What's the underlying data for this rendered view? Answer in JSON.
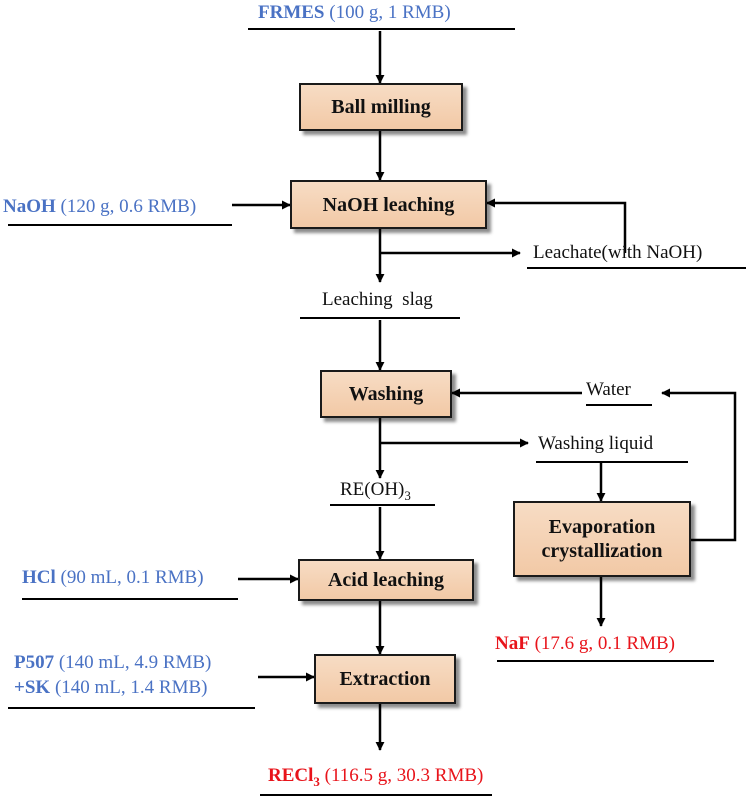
{
  "inputs": {
    "frmes": {
      "name": "FRMES",
      "detail": "(100 g, 1 RMB)"
    },
    "naoh": {
      "name": "NaOH",
      "detail": "(120 g, 0.6 RMB)"
    },
    "hcl": {
      "name": "HCl",
      "detail": "(90 mL, 0.1 RMB)"
    },
    "p507": {
      "name": "P507",
      "detail": "(140 mL, 4.9 RMB)"
    },
    "sk": {
      "name": "+SK",
      "detail": "(140 mL, 1.4 RMB)"
    }
  },
  "steps": {
    "ball_milling": "Ball milling",
    "naoh_leaching": "NaOH leaching",
    "washing": "Washing",
    "acid_leaching": "Acid leaching",
    "extraction": "Extraction",
    "evaporation_line1": "Evaporation",
    "evaporation_line2": "crystallization"
  },
  "streams": {
    "leachate": "Leachate(with NaOH)",
    "leaching_slag": "Leaching  slag",
    "water": "Water",
    "washing_liquid": "Washing liquid",
    "re_oh3_base": "RE(OH)",
    "re_oh3_sub": "3"
  },
  "products": {
    "naf": {
      "name": "NaF",
      "detail": "(17.6 g,  0.1 RMB)"
    },
    "recl3": {
      "name_base": "RECl",
      "name_sub": "3",
      "detail": "(116.5 g,  30.3 RMB)"
    }
  },
  "colors": {
    "input": "#4a72c4",
    "product": "#e8141b",
    "box_fill": "#f2c9a6"
  }
}
